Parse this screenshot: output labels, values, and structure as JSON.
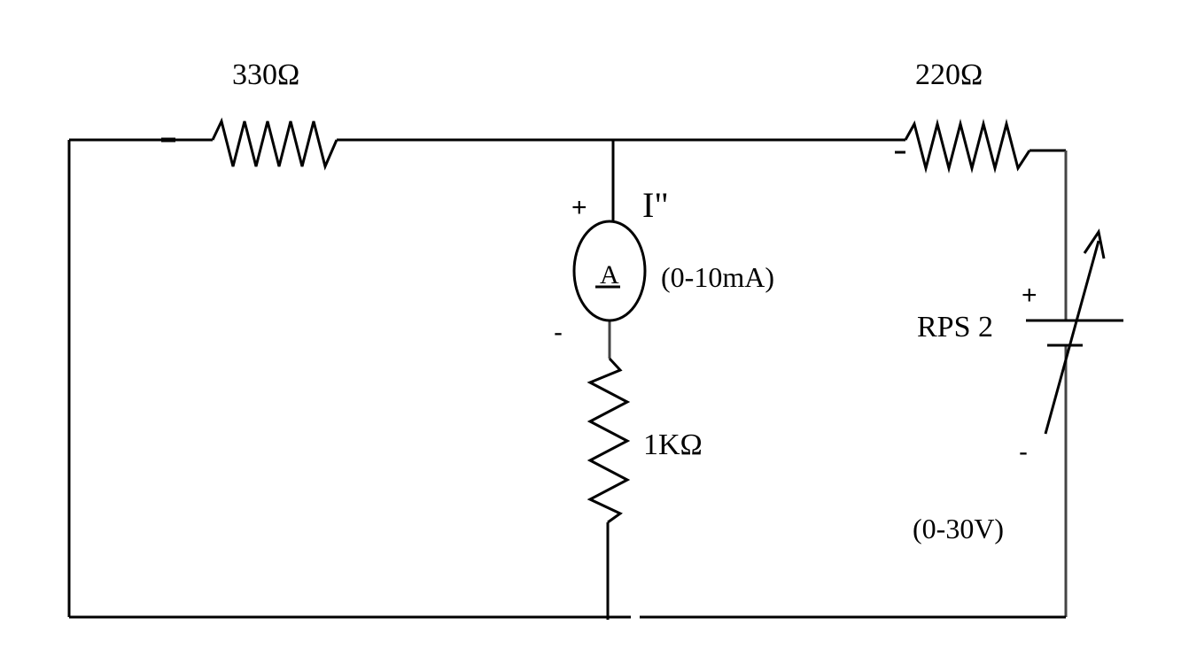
{
  "diagram": {
    "labels": {
      "r1": "330Ω",
      "r2": "220Ω",
      "r3": "1KΩ",
      "current": "I\"",
      "ammeter_symbol": "A",
      "ammeter_range": "(0-10mA)",
      "source": "RPS 2",
      "source_range": "(0-30V)",
      "plus": "+",
      "minus": "-"
    }
  }
}
